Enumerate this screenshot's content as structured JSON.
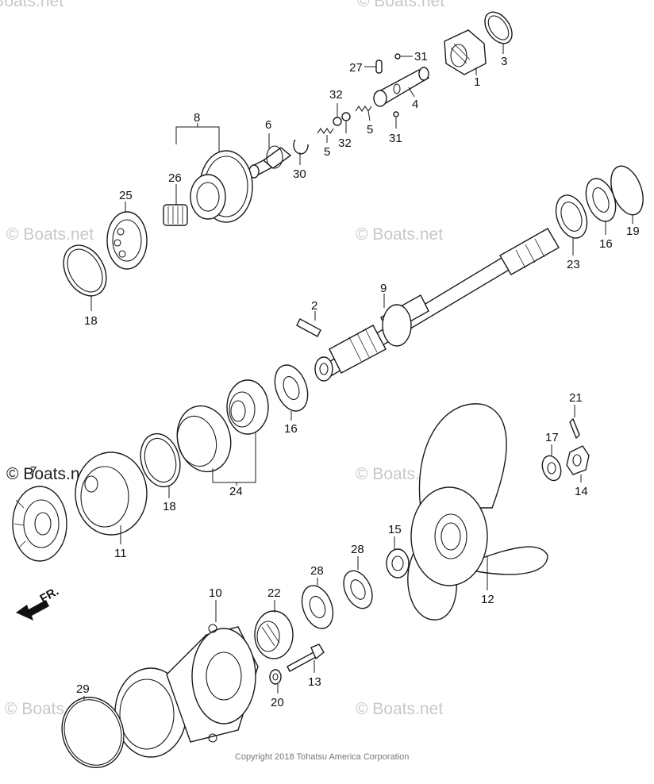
{
  "watermark": {
    "text": "© Boats.net",
    "dark_text": "© Boats.net"
  },
  "direction_label": "FR.",
  "copyright": "Copyright 2018 Tohatsu America Corporation",
  "callouts": [
    {
      "id": "c1",
      "label": "1"
    },
    {
      "id": "c3",
      "label": "3"
    },
    {
      "id": "c27",
      "label": "27"
    },
    {
      "id": "c31a",
      "label": "31"
    },
    {
      "id": "c4",
      "label": "4"
    },
    {
      "id": "c32a",
      "label": "32"
    },
    {
      "id": "c32b",
      "label": "32"
    },
    {
      "id": "c5a",
      "label": "5"
    },
    {
      "id": "c5b",
      "label": "5"
    },
    {
      "id": "c31b",
      "label": "31"
    },
    {
      "id": "c6",
      "label": "6"
    },
    {
      "id": "c30",
      "label": "30"
    },
    {
      "id": "c8",
      "label": "8"
    },
    {
      "id": "c26",
      "label": "26"
    },
    {
      "id": "c25",
      "label": "25"
    },
    {
      "id": "c18a",
      "label": "18"
    },
    {
      "id": "c19",
      "label": "19"
    },
    {
      "id": "c16a",
      "label": "16"
    },
    {
      "id": "c23",
      "label": "23"
    },
    {
      "id": "c9",
      "label": "9"
    },
    {
      "id": "c2",
      "label": "2"
    },
    {
      "id": "c16b",
      "label": "16"
    },
    {
      "id": "c24",
      "label": "24"
    },
    {
      "id": "c18b",
      "label": "18"
    },
    {
      "id": "c7",
      "label": "7"
    },
    {
      "id": "c11",
      "label": "11"
    },
    {
      "id": "c21",
      "label": "21"
    },
    {
      "id": "c17",
      "label": "17"
    },
    {
      "id": "c14",
      "label": "14"
    },
    {
      "id": "c15",
      "label": "15"
    },
    {
      "id": "c28a",
      "label": "28"
    },
    {
      "id": "c28b",
      "label": "28"
    },
    {
      "id": "c12",
      "label": "12"
    },
    {
      "id": "c10",
      "label": "10"
    },
    {
      "id": "c22",
      "label": "22"
    },
    {
      "id": "c13",
      "label": "13"
    },
    {
      "id": "c20",
      "label": "20"
    },
    {
      "id": "c29",
      "label": "29"
    }
  ]
}
